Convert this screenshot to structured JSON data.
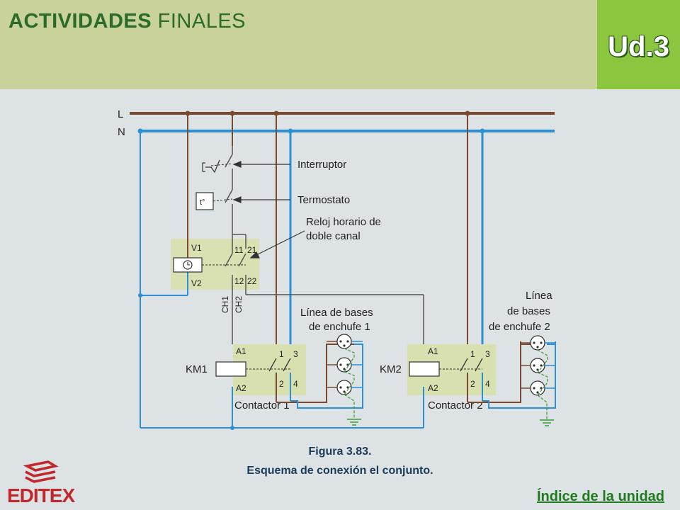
{
  "header": {
    "title_bold": "ACTIVIDADES",
    "title_rest": "FINALES",
    "unit": "Ud.3"
  },
  "diagram": {
    "line_L": "L",
    "line_N": "N",
    "interruptor": "Interruptor",
    "termostato": "Termostato",
    "reloj_1": "Reloj horario de",
    "reloj_2": "doble canal",
    "thermo_symbol": "t°",
    "v1": "V1",
    "v2": "V2",
    "t11": "11",
    "t21": "21",
    "t12": "12",
    "t22": "22",
    "ch1": "CH1",
    "ch2": "CH2",
    "linea1_1": "Línea de bases",
    "linea1_2": "de enchufe 1",
    "linea2_1": "Línea",
    "linea2_2": "de bases",
    "linea2_3": "de enchufe 2",
    "km1": "KM1",
    "km2": "KM2",
    "a1": "A1",
    "a2": "A2",
    "n1": "1",
    "n2": "2",
    "n3": "3",
    "n4": "4",
    "contactor1": "Contactor 1",
    "contactor2": "Contactor 2",
    "colors": {
      "phase": "#7a4a2e",
      "neutral": "#2d8fd6",
      "ground": "#3a9a3a",
      "module": "#d8e0b0"
    }
  },
  "caption": {
    "line1": "Figura 3.83.",
    "line2": "Esquema de conexión el conjunto."
  },
  "brand": {
    "logo_text": "EDITEX"
  },
  "footer": {
    "index_link": "Índice de la unidad"
  }
}
